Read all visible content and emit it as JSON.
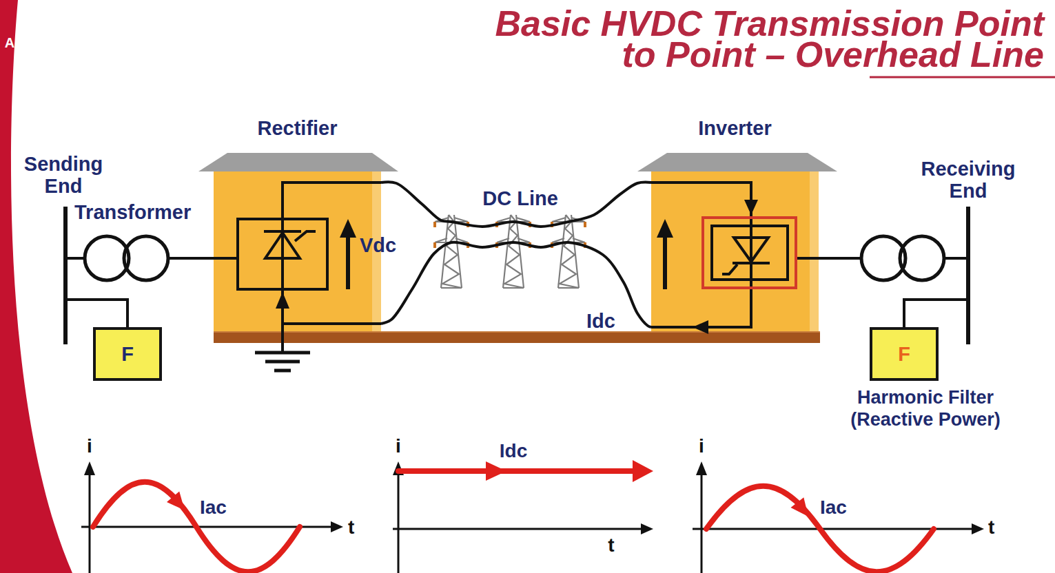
{
  "diagram": {
    "title": "Basic HVDC Transmission Point to Point – Overhead Line",
    "nodes": [
      {
        "text": [
          "Rectifier"
        ]
      },
      {
        "text": [
          "Inverter"
        ]
      },
      {
        "text": [
          "F"
        ]
      },
      {
        "text": [
          "F",
          "Harmonic Filter (Reactive Power)"
        ]
      }
    ],
    "edges": [
      {
        "from": 0,
        "to": 1,
        "arrow": "none",
        "label": "DC Line"
      },
      {
        "from": 0,
        "to": 1,
        "arrow": "none"
      }
    ],
    "labels": [
      "A",
      "Sending End",
      "Transformer",
      "Vdc",
      "Idc",
      "Receiving End",
      "i",
      "Iac",
      "t",
      "i",
      "Idc",
      "t",
      "i",
      "Iac",
      "t"
    ]
  }
}
